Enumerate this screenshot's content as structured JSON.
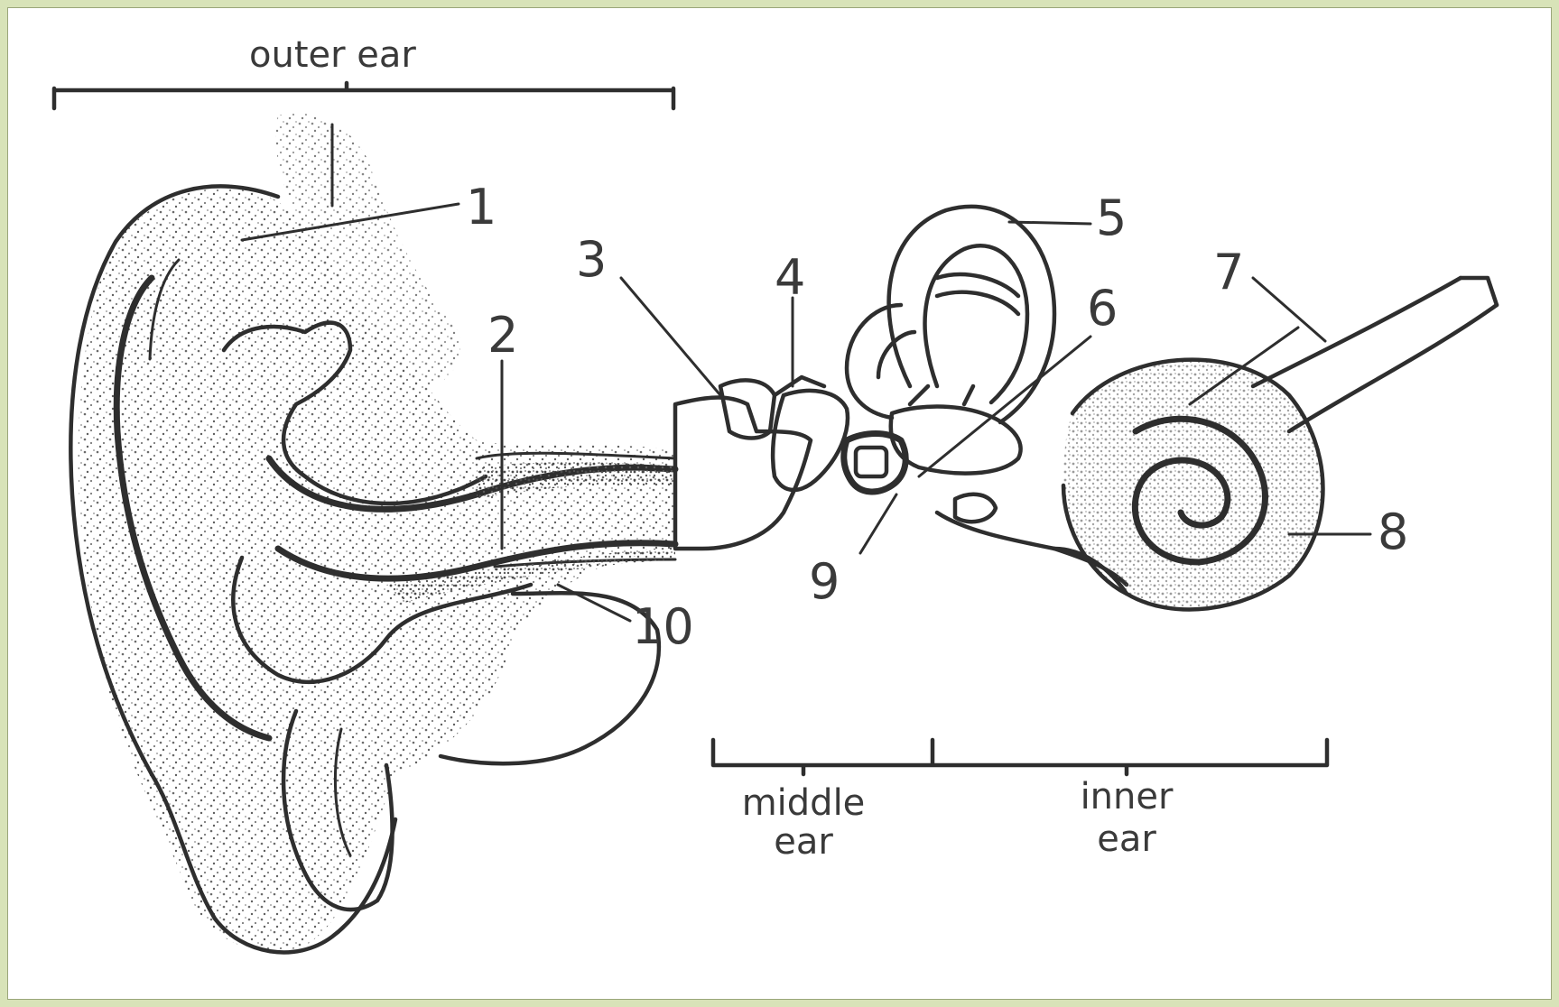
{
  "regions": {
    "outer": "outer ear",
    "middle_1": "middle",
    "middle_2": "ear",
    "inner_1": "inner",
    "inner_2": "ear"
  },
  "labels": [
    "1",
    "2",
    "3",
    "4",
    "5",
    "6",
    "7",
    "8",
    "9",
    "10"
  ],
  "colors": {
    "frame": "#d8e3b8",
    "background": "#ffffff",
    "ink": "#2e2e2e",
    "stipple": "#6b6b6b"
  }
}
